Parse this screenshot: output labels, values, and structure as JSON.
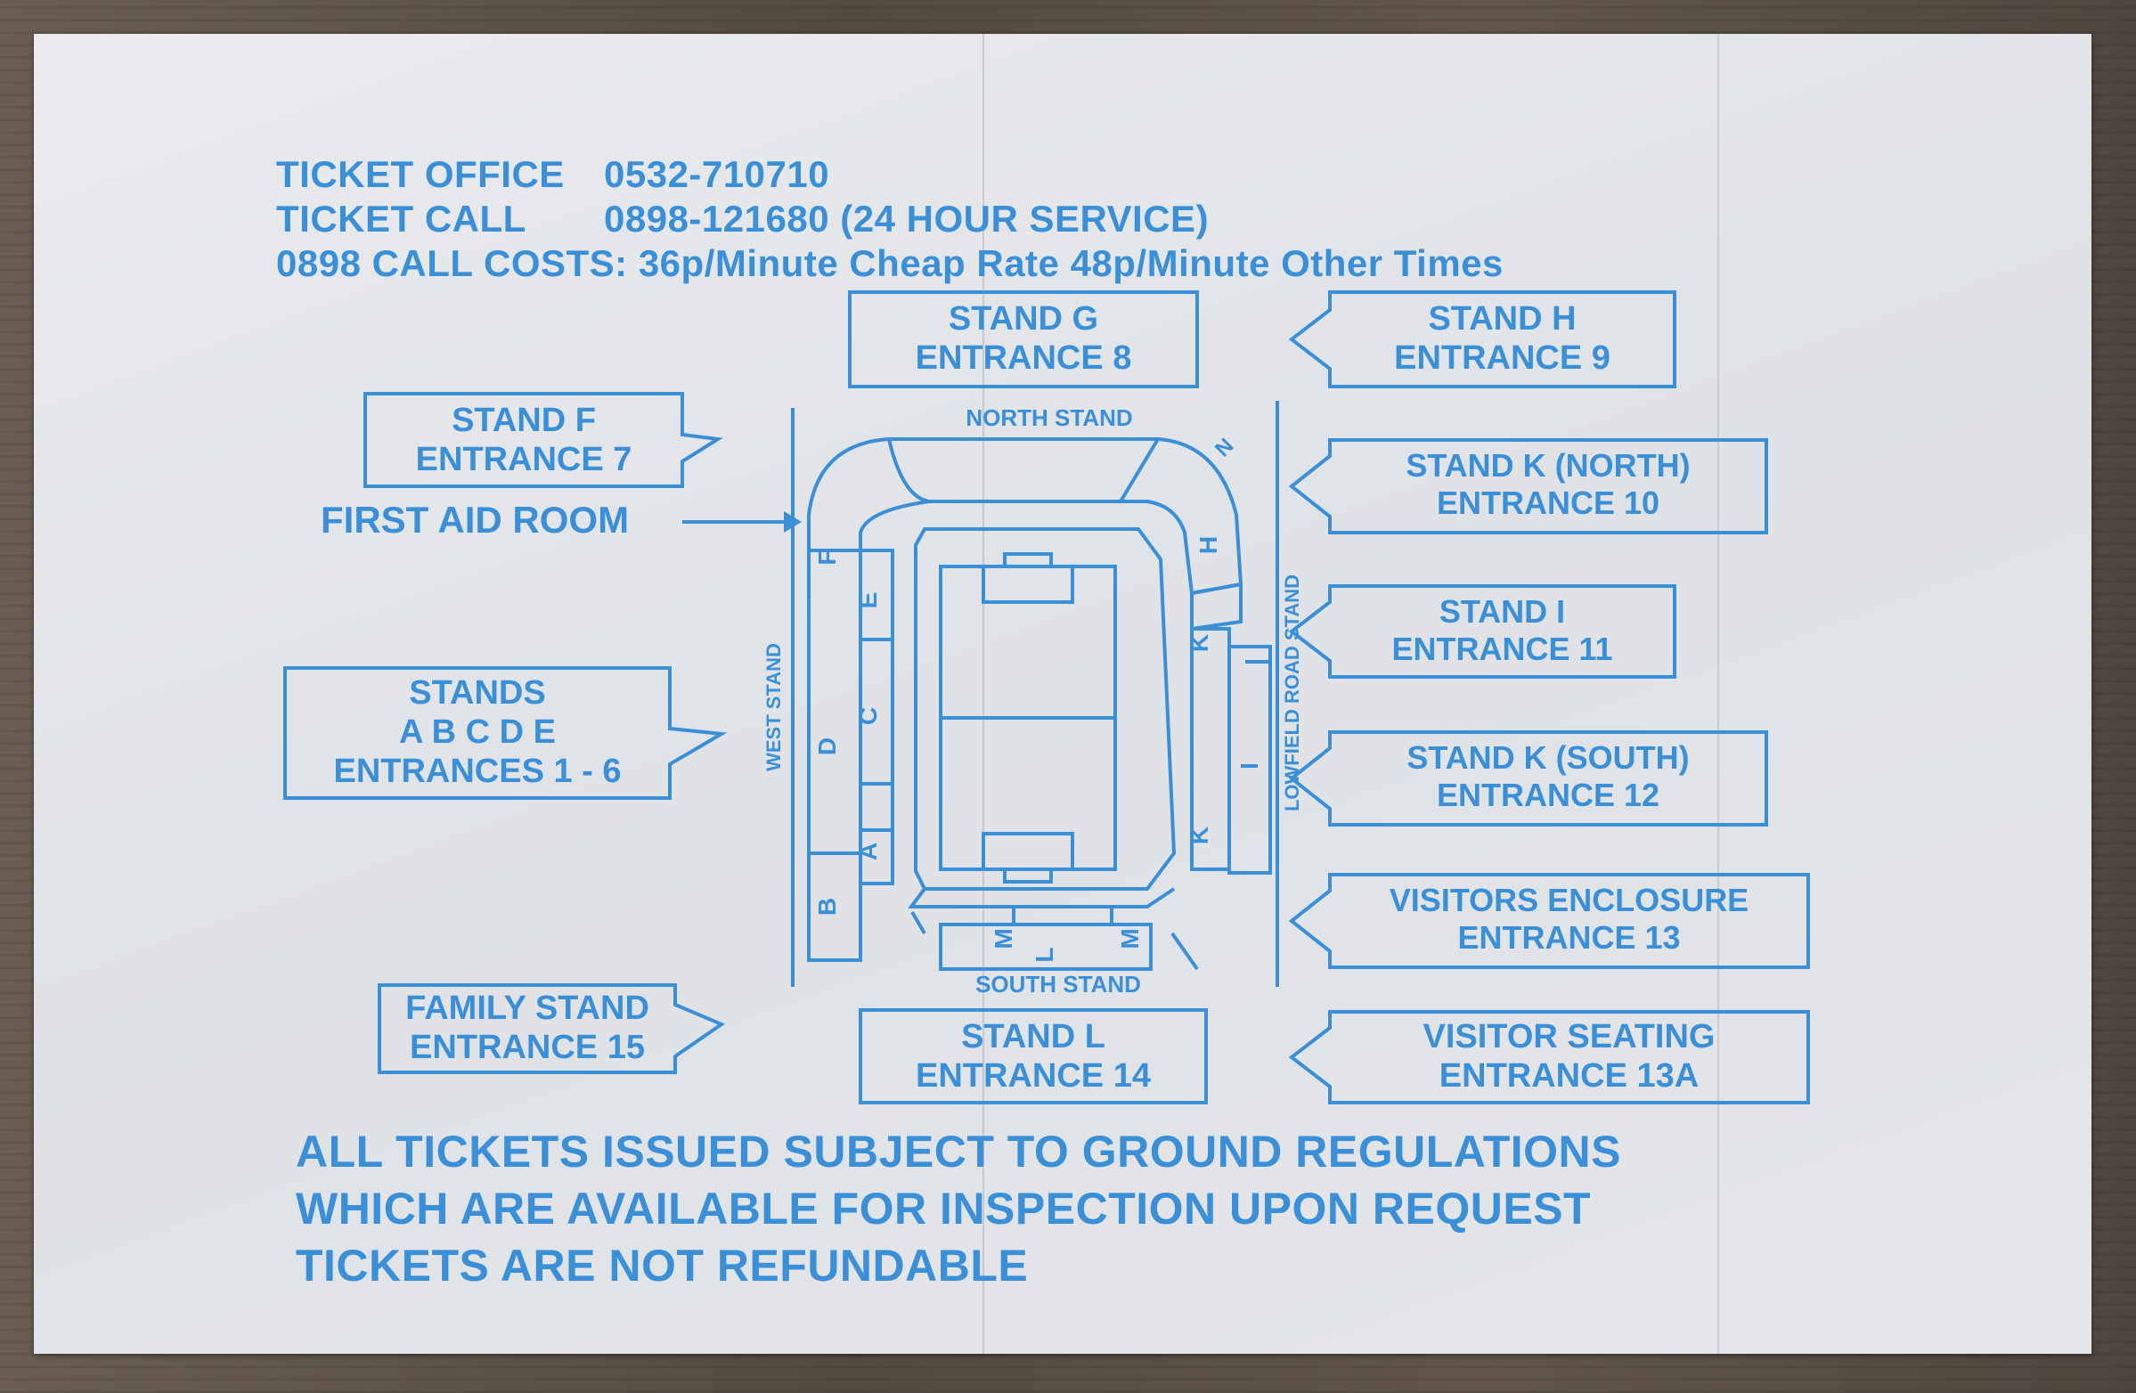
{
  "header": {
    "line1_label": "TICKET OFFICE",
    "line1_value": "0532-710710",
    "line2_label": "TICKET CALL",
    "line2_value": "0898-121680 (24 HOUR SERVICE)",
    "line3": "0898 CALL COSTS: 36p/Minute Cheap Rate  48p/Minute Other Times"
  },
  "callouts": {
    "g": [
      "STAND G",
      "ENTRANCE 8"
    ],
    "h": [
      "STAND H",
      "ENTRANCE 9"
    ],
    "f": [
      "STAND F",
      "ENTRANCE 7"
    ],
    "k_north": [
      "STAND K (NORTH)",
      "ENTRANCE 10"
    ],
    "i": [
      "STAND I",
      "ENTRANCE 11"
    ],
    "abcde": [
      "STANDS",
      "A B C D E",
      "ENTRANCES 1 - 6"
    ],
    "k_south": [
      "STAND K (SOUTH)",
      "ENTRANCE 12"
    ],
    "visitors_enclosure": [
      "VISITORS ENCLOSURE",
      "ENTRANCE 13"
    ],
    "family": [
      "FAMILY STAND",
      "ENTRANCE 15"
    ],
    "l": [
      "STAND L",
      "ENTRANCE 14"
    ],
    "visitor_seating": [
      "VISITOR SEATING",
      "ENTRANCE 13A"
    ]
  },
  "first_aid": "FIRST AID ROOM",
  "map": {
    "north_stand": "NORTH STAND",
    "south_stand": "SOUTH STAND",
    "west_stand": "WEST STAND",
    "lowfield_road_stand": "LOWFIELD ROAD STAND",
    "north_arrow": "N",
    "letters": [
      "A",
      "B",
      "C",
      "D",
      "E",
      "F",
      "H",
      "K",
      "K",
      "I",
      "M",
      "M",
      "L"
    ]
  },
  "footer": {
    "line1": "ALL TICKETS ISSUED SUBJECT TO GROUND REGULATIONS",
    "line2": "WHICH ARE AVAILABLE FOR INSPECTION UPON REQUEST",
    "line3": "TICKETS ARE NOT REFUNDABLE"
  },
  "colors": {
    "ink": "#3a8fd6",
    "paper": "#e5e7ea"
  }
}
